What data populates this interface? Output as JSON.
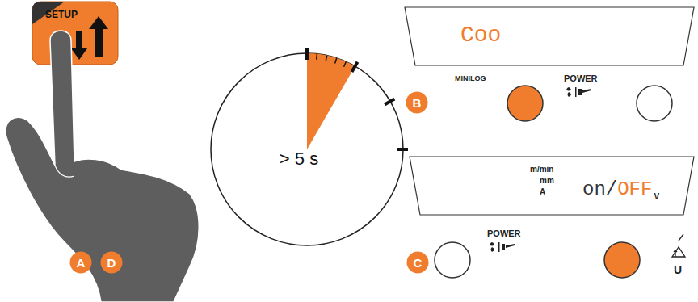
{
  "diagram": {
    "nodes": [
      {
        "text": [
          "SETUP"
        ]
      },
      {
        "text": [
          "A"
        ]
      },
      {
        "text": [
          "D"
        ]
      },
      {
        "text": [
          "> 5 s"
        ]
      },
      {
        "text": [
          "Coo"
        ]
      },
      {
        "text": [
          "B"
        ]
      },
      {
        "text": [
          "m/min",
          "mm",
          "A",
          "on/",
          "OFF",
          "V"
        ]
      },
      {
        "text": [
          "C"
        ]
      }
    ],
    "labels": [
      "MINILOG",
      "POWER",
      "POWER",
      "U"
    ]
  }
}
